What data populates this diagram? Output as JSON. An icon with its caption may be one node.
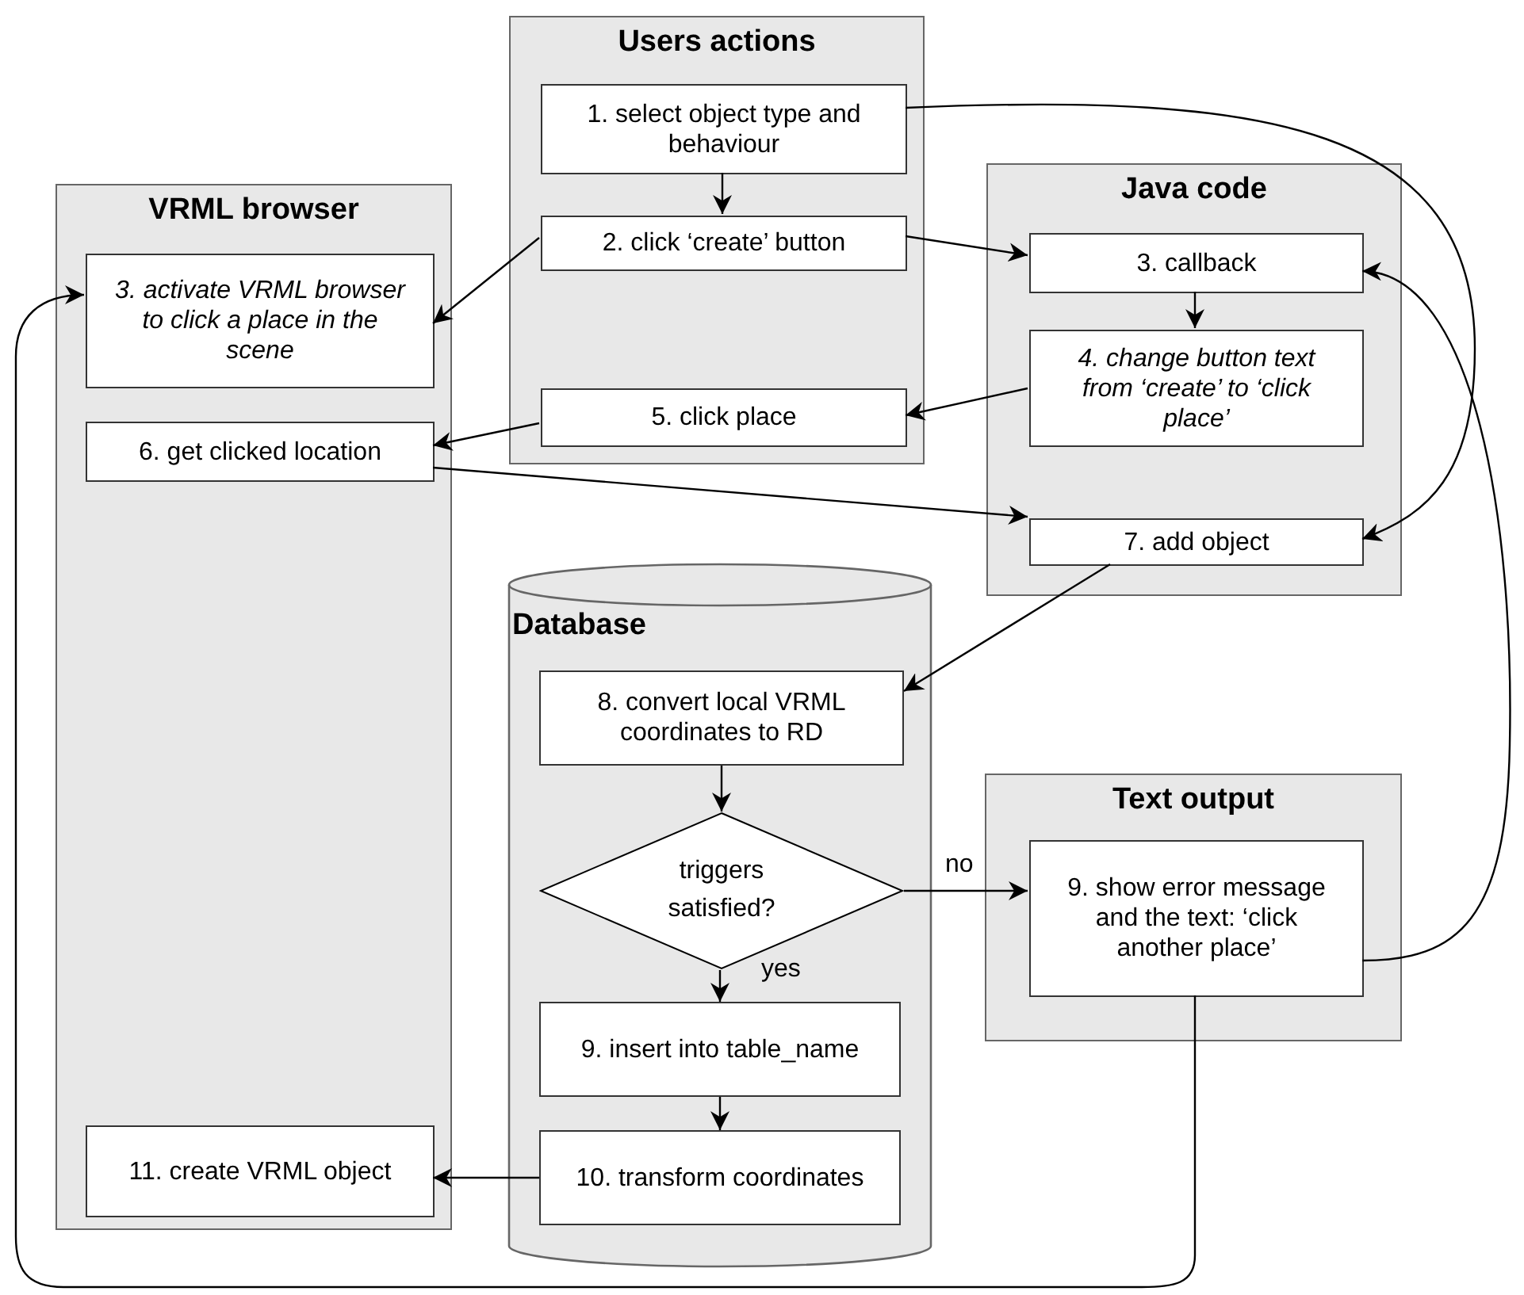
{
  "diagram": {
    "nodes": [
      {
        "text": [
          "Users actions"
        ]
      },
      {
        "text": [
          "1. select object type and behaviour"
        ],
        "in": 0
      },
      {
        "text": [
          "2. click ‘create’ button"
        ],
        "in": 0
      },
      {
        "text": [
          "5. click place"
        ],
        "in": 0
      },
      {
        "text": [
          "VRML browser"
        ]
      },
      {
        "text": [
          "3. activate VRML browser to click a place in the scene"
        ],
        "in": 4
      },
      {
        "text": [
          "6. get clicked location"
        ],
        "in": 4
      },
      {
        "text": [
          "11. create VRML object"
        ],
        "in": 4
      },
      {
        "text": [
          "Java code"
        ]
      },
      {
        "text": [
          "3. callback"
        ],
        "in": 8
      },
      {
        "text": [
          "4. change button text from ‘create’ to ‘click place’"
        ],
        "in": 8
      },
      {
        "text": [
          "7. add object"
        ],
        "in": 8
      },
      {
        "text": [
          "Database"
        ]
      },
      {
        "text": [
          "8. convert local VRML coordinates to RD"
        ],
        "in": 12
      },
      {
        "text": [
          "triggers satisfied?"
        ],
        "in": 12
      },
      {
        "text": [
          "9. insert into table_name"
        ],
        "in": 12
      },
      {
        "text": [
          "10. transform coordinates"
        ],
        "in": 12
      },
      {
        "text": [
          "Text output"
        ]
      },
      {
        "text": [
          "9. show error message and the text: ‘click another place’"
        ],
        "in": 17
      }
    ],
    "edges": [
      {
        "from": 1,
        "to": 2,
        "arrow": "to"
      },
      {
        "from": 2,
        "to": 5,
        "arrow": "to"
      },
      {
        "from": 2,
        "to": 9,
        "arrow": "to"
      },
      {
        "from": 10,
        "to": 3,
        "arrow": "to"
      },
      {
        "from": 3,
        "to": 6,
        "arrow": "to"
      },
      {
        "from": 6,
        "to": 11,
        "arrow": "to"
      },
      {
        "from": 1,
        "to": 11,
        "arrow": "to"
      },
      {
        "from": 18,
        "to": 9,
        "arrow": "to"
      },
      {
        "from": 11,
        "to": 13,
        "arrow": "to"
      },
      {
        "from": 13,
        "to": 14,
        "arrow": "to"
      },
      {
        "from": 14,
        "to": 18,
        "arrow": "to",
        "label": "no"
      },
      {
        "from": 14,
        "to": 15,
        "arrow": "to",
        "label": "yes"
      },
      {
        "from": 15,
        "to": 16,
        "arrow": "to"
      },
      {
        "from": 16,
        "to": 7,
        "arrow": "to"
      },
      {
        "from": 18,
        "to": 5,
        "arrow": "to"
      },
      {
        "from": 9,
        "to": 10,
        "arrow": "to"
      }
    ]
  }
}
